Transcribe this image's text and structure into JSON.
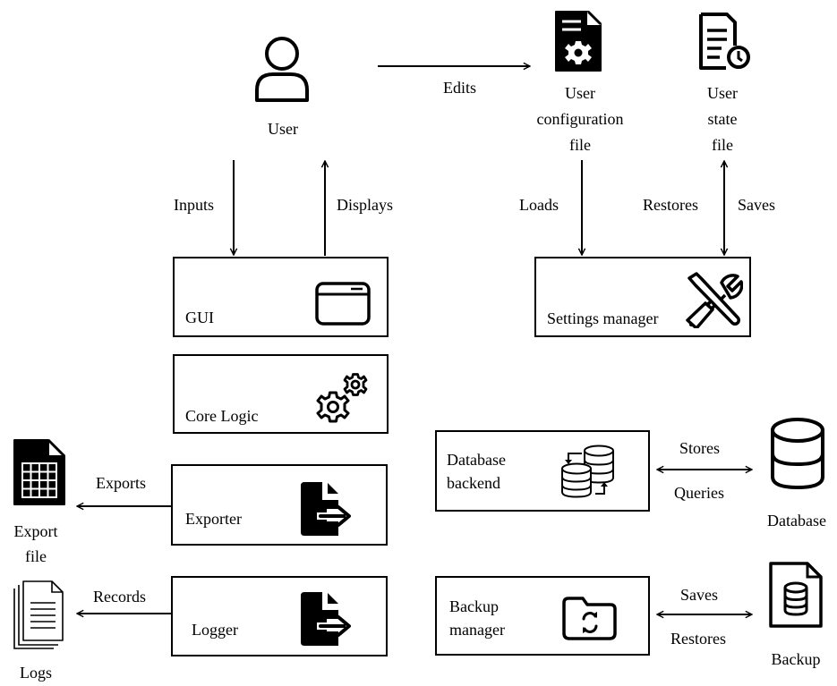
{
  "user": {
    "label": "User"
  },
  "edits_label": "Edits",
  "config_file": {
    "line1": "User",
    "line2": "configuration",
    "line3": "file"
  },
  "state_file": {
    "line1": "User",
    "line2": "state",
    "line3": "file"
  },
  "inputs_label": "Inputs",
  "displays_label": "Displays",
  "loads_label": "Loads",
  "restores_label": "Restores",
  "saves_label": "Saves",
  "gui": {
    "label": "GUI"
  },
  "settings_manager": {
    "label": "Settings manager"
  },
  "core_logic": {
    "label": "Core Logic"
  },
  "exporter": {
    "label": "Exporter"
  },
  "logger": {
    "label": "Logger"
  },
  "exports_label": "Exports",
  "records_label": "Records",
  "export_file": {
    "line1": "Export",
    "line2": "file"
  },
  "logs": {
    "label": "Logs"
  },
  "database_backend": {
    "line1": "Database",
    "line2": "backend"
  },
  "stores_label": "Stores",
  "queries_label": "Queries",
  "database": {
    "label": "Database"
  },
  "backup_manager": {
    "line1": "Backup",
    "line2": "manager"
  },
  "backup_saves_label": "Saves",
  "backup_restores_label": "Restores",
  "backup": {
    "label": "Backup"
  }
}
